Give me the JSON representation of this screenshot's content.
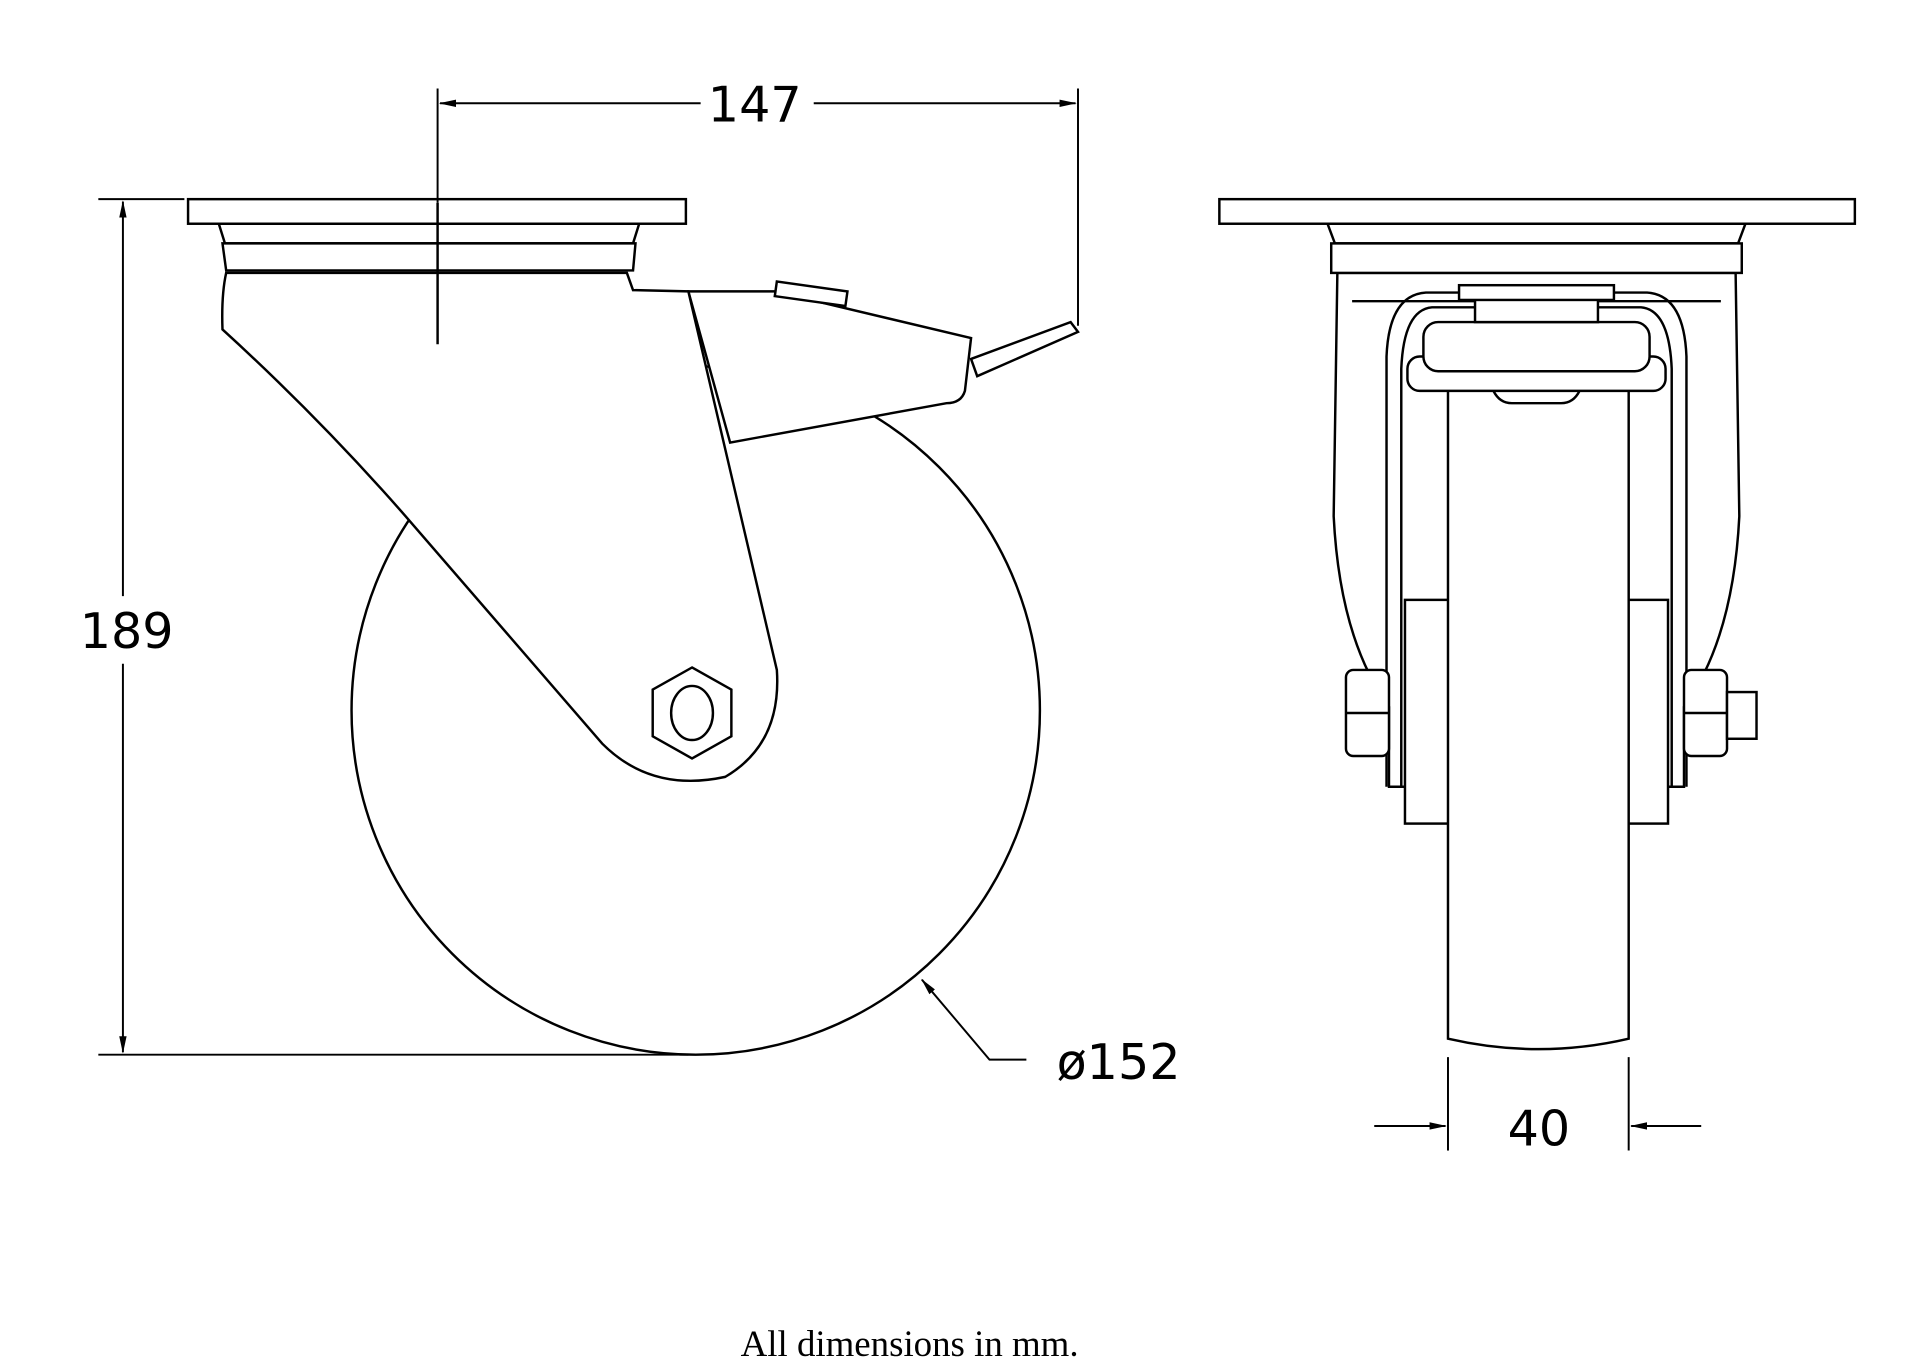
{
  "drawing": {
    "dimensions": {
      "offset": "147",
      "height": "189",
      "wheel_diameter": "ø152",
      "wheel_width": "40"
    },
    "caption": "All dimensions in mm.",
    "line_color": "#000000",
    "background": "#ffffff"
  }
}
